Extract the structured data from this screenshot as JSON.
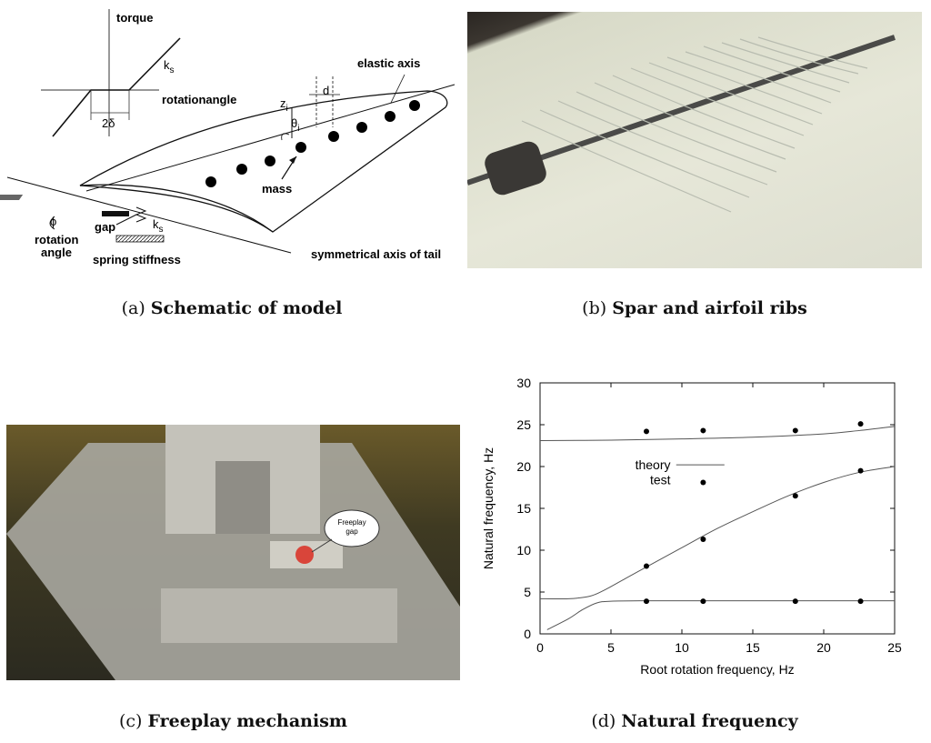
{
  "panels": {
    "a": {
      "caption_prefix": "(a)",
      "caption_title": "Schematic of model",
      "labels": {
        "torque": "torque",
        "ks_top": "k",
        "ks_top_sub": "s",
        "rotation_angle_axis": "rotationangle",
        "two_delta": "2δ",
        "elastic_axis": "elastic axis",
        "d": "d",
        "z": "z",
        "z_sub": "i",
        "theta": "θ",
        "theta_sub": "i",
        "mass": "mass",
        "phi": "ϕ",
        "gap": "gap",
        "ks_spring": "k",
        "ks_spring_sub": "s",
        "rotation": "rotation",
        "angle": "angle",
        "spring_stiffness": "spring stiffness",
        "symmetrical_axis": "symmetrical axis of tail"
      }
    },
    "b": {
      "caption_prefix": "(b)",
      "caption_title": "Spar and airfoil ribs"
    },
    "c": {
      "caption_prefix": "(c)",
      "caption_title": "Freeplay mechanism",
      "bubble_line1": "Freeplay",
      "bubble_line2": "gap"
    },
    "d": {
      "caption_prefix": "(d)",
      "caption_title": "Natural frequency"
    }
  },
  "chart_data": {
    "type": "line",
    "xlabel": "Root rotation frequency, Hz",
    "ylabel": "Natural frequency, Hz",
    "xlim": [
      0,
      25
    ],
    "ylim": [
      0,
      30
    ],
    "xticks": [
      "0",
      "5",
      "10",
      "15",
      "20",
      "25"
    ],
    "yticks": [
      "0",
      "5",
      "10",
      "15",
      "20",
      "25",
      "30"
    ],
    "legend": {
      "placement": "center",
      "theory": "theory",
      "test": "test"
    },
    "grid": false,
    "series": [
      {
        "name": "theory",
        "kind": "line",
        "curves": [
          [
            [
              0.5,
              0.5
            ],
            [
              2,
              1.8
            ],
            [
              3,
              2.9
            ],
            [
              4,
              3.7
            ],
            [
              5,
              3.9
            ],
            [
              7.5,
              3.95
            ],
            [
              11.5,
              3.95
            ],
            [
              18,
              3.95
            ],
            [
              25,
              3.95
            ]
          ],
          [
            [
              0,
              4.2
            ],
            [
              2,
              4.2
            ],
            [
              3.5,
              4.5
            ],
            [
              4.5,
              5.2
            ],
            [
              6,
              6.6
            ],
            [
              7.5,
              8.0
            ],
            [
              10,
              10.3
            ],
            [
              12.5,
              12.6
            ],
            [
              15,
              14.6
            ],
            [
              17.5,
              16.5
            ],
            [
              20,
              18.1
            ],
            [
              22.5,
              19.3
            ],
            [
              25,
              20.0
            ]
          ],
          [
            [
              0,
              23.1
            ],
            [
              5,
              23.15
            ],
            [
              10,
              23.3
            ],
            [
              15,
              23.5
            ],
            [
              20,
              23.9
            ],
            [
              22.5,
              24.3
            ],
            [
              25,
              24.8
            ]
          ]
        ]
      },
      {
        "name": "test",
        "kind": "scatter",
        "points": [
          [
            7.5,
            24.2
          ],
          [
            11.5,
            24.3
          ],
          [
            18,
            24.3
          ],
          [
            22.6,
            25.1
          ],
          [
            11.5,
            18.1
          ],
          [
            7.5,
            8.1
          ],
          [
            11.5,
            11.3
          ],
          [
            18,
            16.5
          ],
          [
            22.6,
            19.5
          ],
          [
            7.5,
            3.9
          ],
          [
            11.5,
            3.9
          ],
          [
            18,
            3.9
          ],
          [
            22.6,
            3.9
          ]
        ]
      }
    ]
  }
}
